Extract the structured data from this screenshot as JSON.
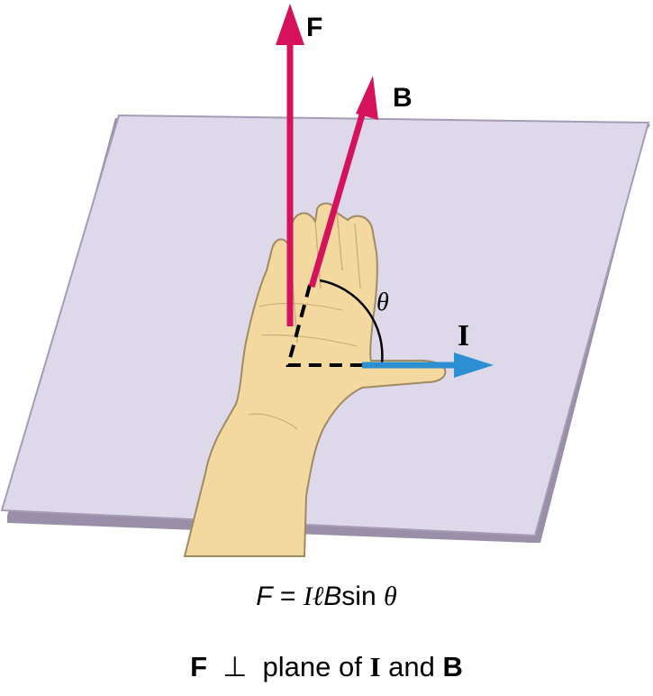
{
  "labels": {
    "force": "F",
    "field": "B",
    "current": "I",
    "angle": "θ"
  },
  "formula": {
    "lhs": "F",
    "equals": " = ",
    "current": "I",
    "length": "ℓ",
    "field": "B",
    "sin": "sin ",
    "angle": "θ"
  },
  "statement": {
    "force": "F",
    "perp": "  ⊥  ",
    "text1": "plane of ",
    "current": "I",
    "text2": " and ",
    "field": "B"
  },
  "colors": {
    "force_arrow": "#d6125c",
    "field_arrow": "#d6125c",
    "current_arrow": "#2b8fd1",
    "plane": "#ddd9eb",
    "hand": "#f3d9a0"
  }
}
